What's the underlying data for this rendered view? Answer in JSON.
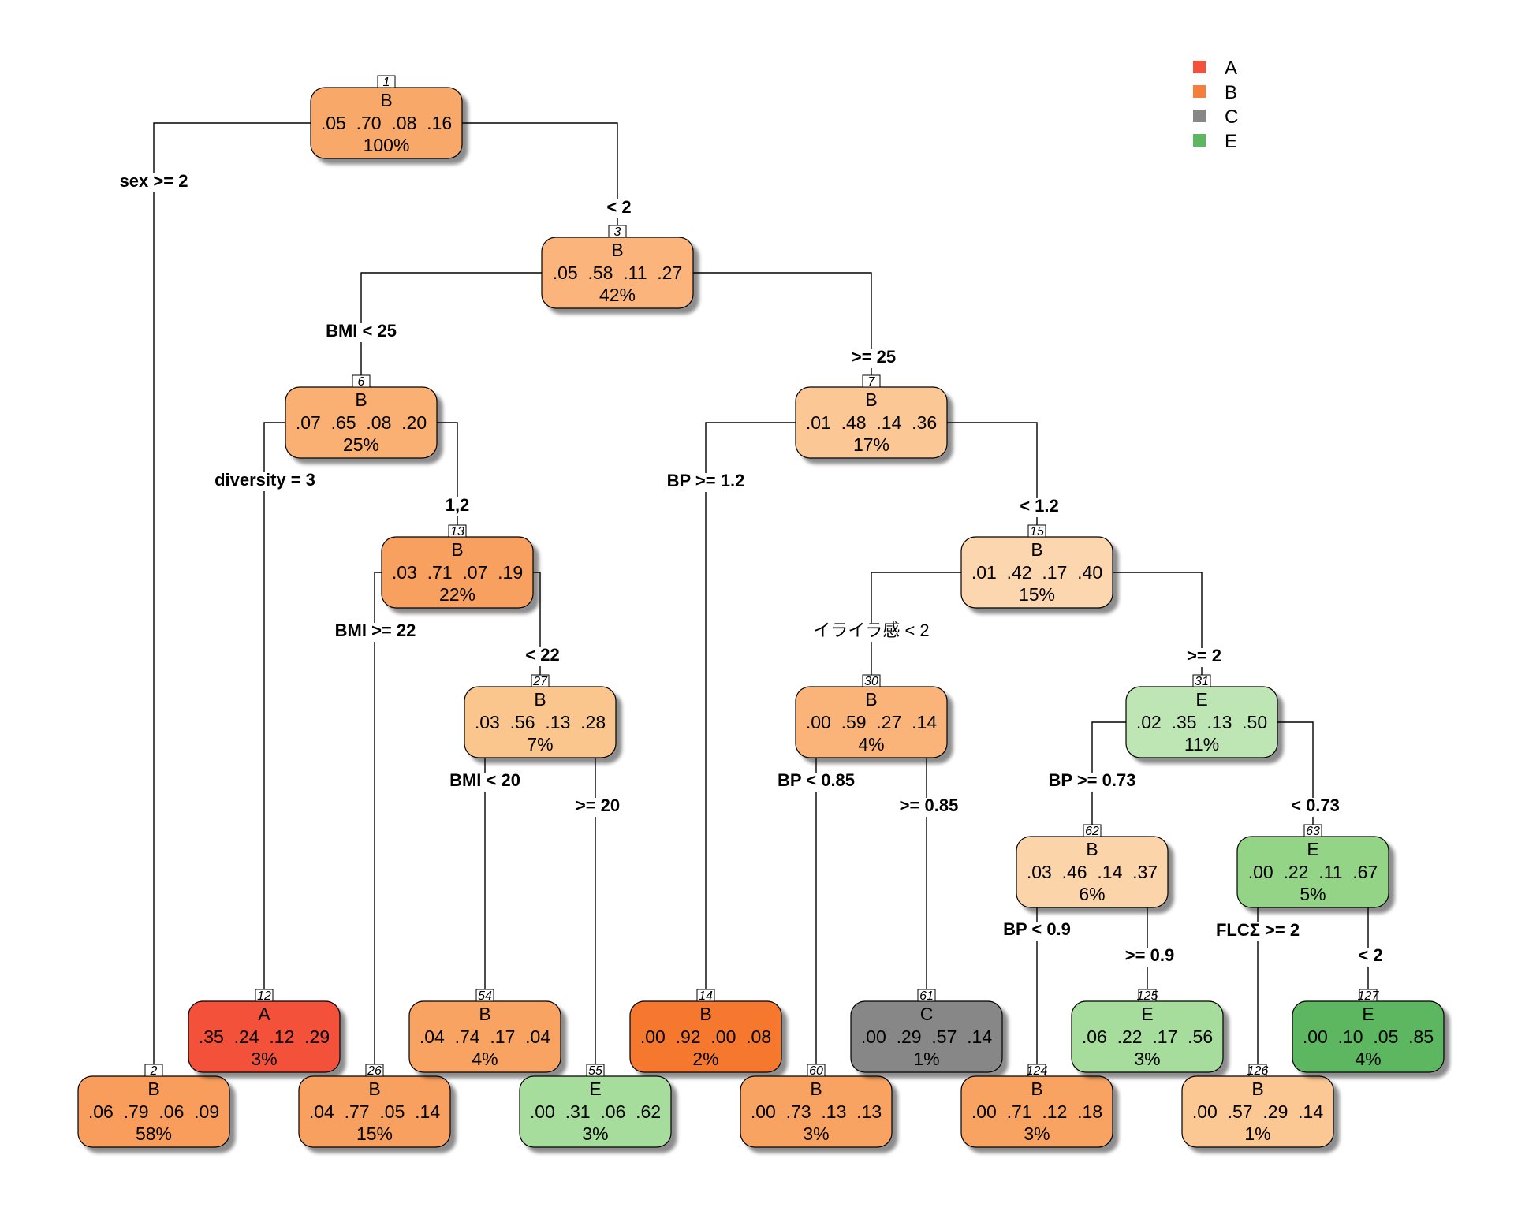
{
  "legend": [
    {
      "label": "A",
      "color": "#F4513A"
    },
    {
      "label": "B",
      "color": "#F47E3B"
    },
    {
      "label": "C",
      "color": "#878787"
    },
    {
      "label": "E",
      "color": "#5DB761"
    }
  ],
  "nodes": [
    {
      "id": "1",
      "cls": "B",
      "probs": ".05  .70  .08  .16",
      "pct": "100%",
      "fill": "#F8A867"
    },
    {
      "id": "3",
      "cls": "B",
      "probs": ".05  .58  .11  .27",
      "pct": "42%",
      "fill": "#FAB47C"
    },
    {
      "id": "6",
      "cls": "B",
      "probs": ".07  .65  .08  .20",
      "pct": "25%",
      "fill": "#FAB073"
    },
    {
      "id": "7",
      "cls": "B",
      "probs": ".01  .48  .14  .36",
      "pct": "17%",
      "fill": "#FBC794"
    },
    {
      "id": "13",
      "cls": "B",
      "probs": ".03  .71  .07  .19",
      "pct": "22%",
      "fill": "#F8A060"
    },
    {
      "id": "15",
      "cls": "B",
      "probs": ".01  .42  .17  .40",
      "pct": "15%",
      "fill": "#FCD6AE"
    },
    {
      "id": "27",
      "cls": "B",
      "probs": ".03  .56  .13  .28",
      "pct": "7%",
      "fill": "#FBC68E"
    },
    {
      "id": "30",
      "cls": "B",
      "probs": ".00  .59  .27  .14",
      "pct": "4%",
      "fill": "#FAB47A"
    },
    {
      "id": "31",
      "cls": "E",
      "probs": ".02  .35  .13  .50",
      "pct": "11%",
      "fill": "#BEE6B5"
    },
    {
      "id": "62",
      "cls": "B",
      "probs": ".03  .46  .14  .37",
      "pct": "6%",
      "fill": "#FCD4AA"
    },
    {
      "id": "63",
      "cls": "E",
      "probs": ".00  .22  .11  .67",
      "pct": "5%",
      "fill": "#94D486"
    },
    {
      "id": "2",
      "cls": "B",
      "probs": ".06  .79  .06  .09",
      "pct": "58%",
      "fill": "#F89D5B"
    },
    {
      "id": "12",
      "cls": "A",
      "probs": ".35  .24  .12  .29",
      "pct": "3%",
      "fill": "#F4513A"
    },
    {
      "id": "26",
      "cls": "B",
      "probs": ".04  .77  .05  .14",
      "pct": "15%",
      "fill": "#F8A060"
    },
    {
      "id": "54",
      "cls": "B",
      "probs": ".04  .74  .17  .04",
      "pct": "4%",
      "fill": "#F8A362"
    },
    {
      "id": "55",
      "cls": "E",
      "probs": ".00  .31  .06  .62",
      "pct": "3%",
      "fill": "#A6DD9C"
    },
    {
      "id": "14",
      "cls": "B",
      "probs": ".00  .92  .00  .08",
      "pct": "2%",
      "fill": "#F5782E"
    },
    {
      "id": "60",
      "cls": "B",
      "probs": ".00  .73  .13  .13",
      "pct": "3%",
      "fill": "#F8A362"
    },
    {
      "id": "61",
      "cls": "C",
      "probs": ".00  .29  .57  .14",
      "pct": "1%",
      "fill": "#878787"
    },
    {
      "id": "124",
      "cls": "B",
      "probs": ".00  .71  .12  .18",
      "pct": "3%",
      "fill": "#F8A362"
    },
    {
      "id": "125",
      "cls": "E",
      "probs": ".06  .22  .17  .56",
      "pct": "3%",
      "fill": "#A6DD9C"
    },
    {
      "id": "126",
      "cls": "B",
      "probs": ".00  .57  .29  .14",
      "pct": "1%",
      "fill": "#FBC793"
    },
    {
      "id": "127",
      "cls": "E",
      "probs": ".00  .10  .05  .85",
      "pct": "4%",
      "fill": "#5DB761"
    }
  ],
  "edges": [
    {
      "parent": "1",
      "child": "2",
      "label": "sex >= 2"
    },
    {
      "parent": "1",
      "child": "3",
      "label": "< 2"
    },
    {
      "parent": "3",
      "child": "6",
      "label": "BMI < 25"
    },
    {
      "parent": "3",
      "child": "7",
      "label": ">= 25"
    },
    {
      "parent": "6",
      "child": "12",
      "label": "diversity = 3"
    },
    {
      "parent": "6",
      "child": "13",
      "label": "1,2"
    },
    {
      "parent": "13",
      "child": "26",
      "label": "BMI >= 22"
    },
    {
      "parent": "13",
      "child": "27",
      "label": "< 22"
    },
    {
      "parent": "27",
      "child": "54",
      "label": "BMI < 20"
    },
    {
      "parent": "27",
      "child": "55",
      "label": ">= 20"
    },
    {
      "parent": "7",
      "child": "14",
      "label": "BP >= 1.2"
    },
    {
      "parent": "7",
      "child": "15",
      "label": "< 1.2"
    },
    {
      "parent": "15",
      "child": "30",
      "label": "イライラ感 < 2"
    },
    {
      "parent": "15",
      "child": "31",
      "label": ">= 2"
    },
    {
      "parent": "30",
      "child": "60",
      "label": "BP < 0.85"
    },
    {
      "parent": "30",
      "child": "61",
      "label": ">= 0.85"
    },
    {
      "parent": "31",
      "child": "62",
      "label": "BP >= 0.73"
    },
    {
      "parent": "31",
      "child": "63",
      "label": "< 0.73"
    },
    {
      "parent": "62",
      "child": "124",
      "label": "BP < 0.9"
    },
    {
      "parent": "62",
      "child": "125",
      "label": ">= 0.9"
    },
    {
      "parent": "63",
      "child": "126",
      "label": "FLCΣ >= 2"
    },
    {
      "parent": "63",
      "child": "127",
      "label": "< 2"
    }
  ]
}
